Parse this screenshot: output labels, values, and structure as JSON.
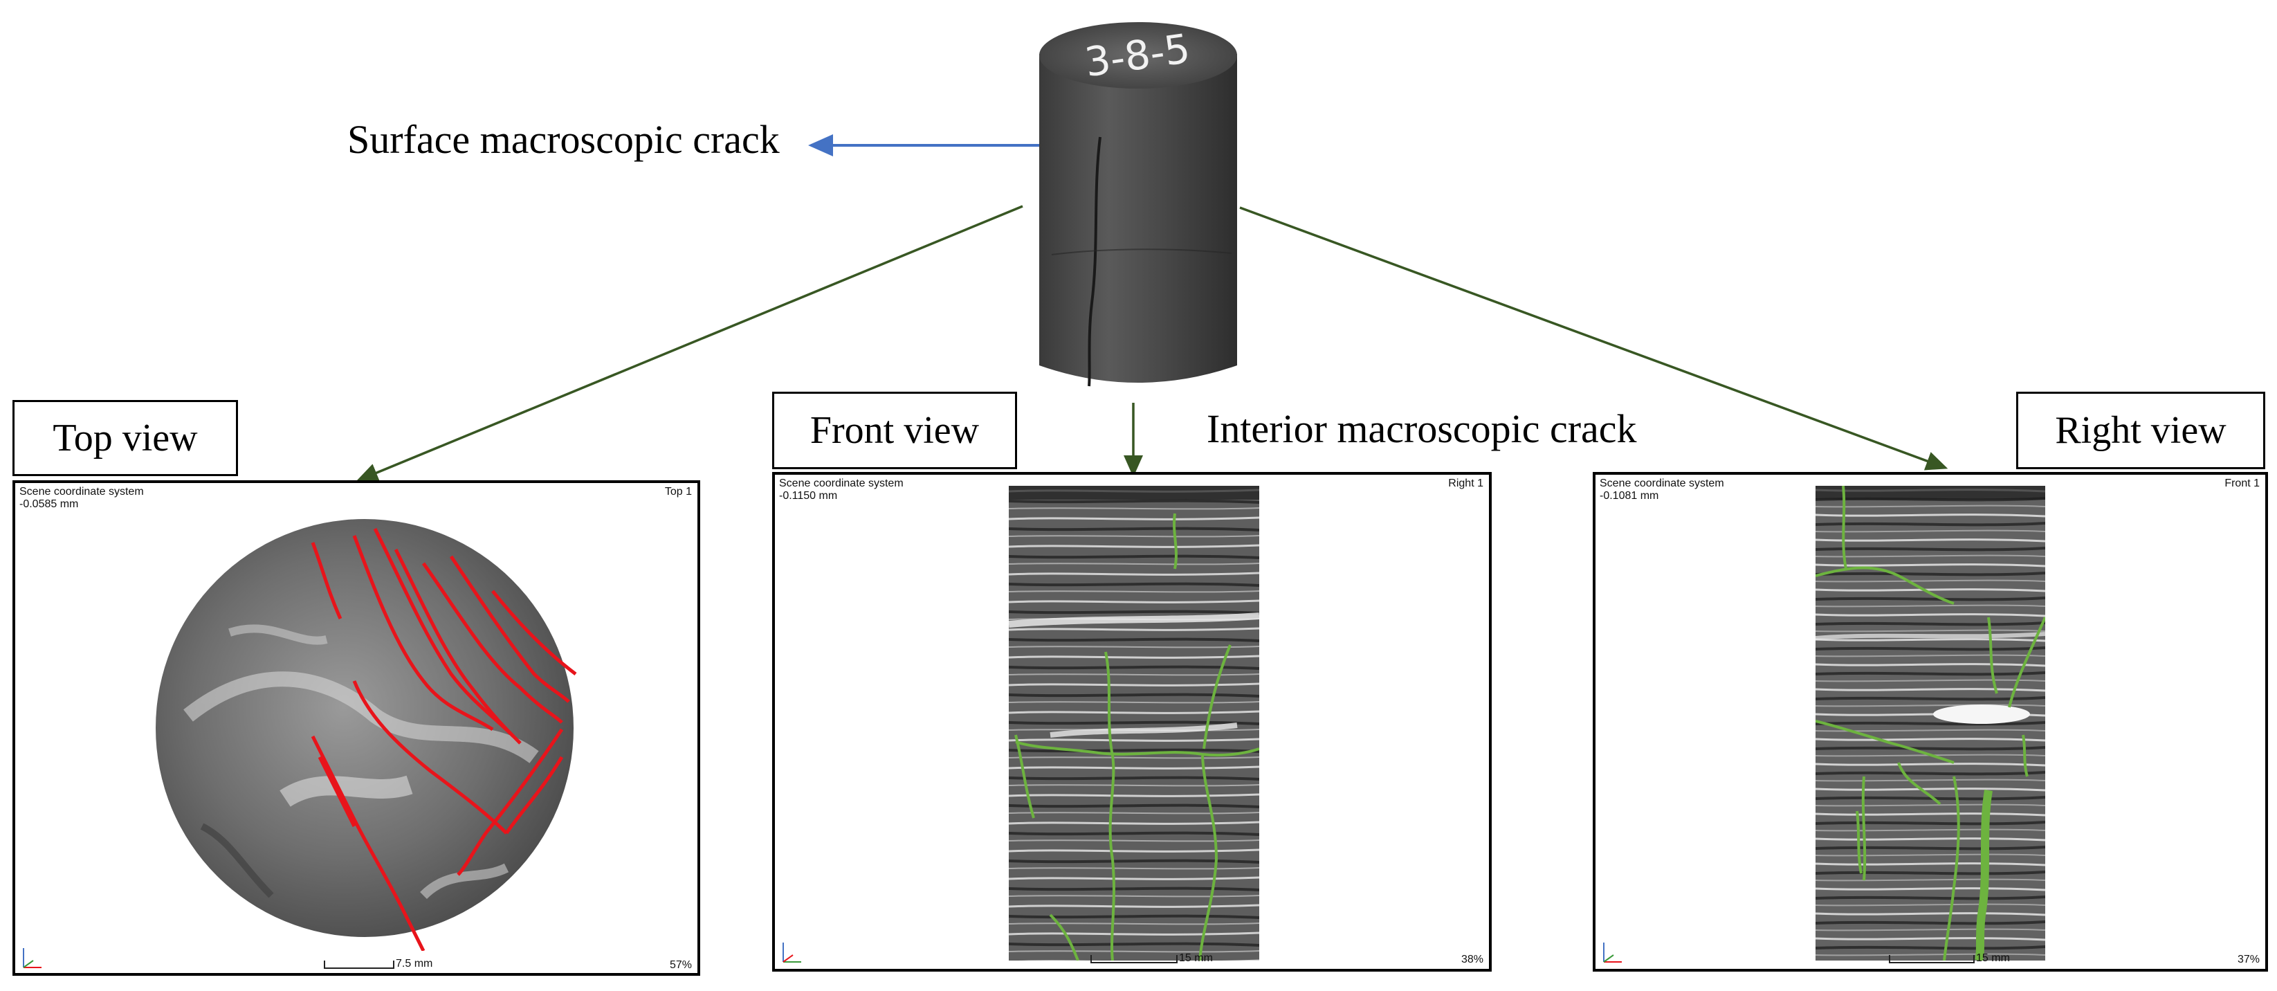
{
  "sample": {
    "id_label": "3-8-5"
  },
  "annotations": {
    "surface_crack": "Surface macroscopic crack",
    "interior_crack": "Interior macroscopic crack"
  },
  "views": {
    "top": {
      "title": "Top view",
      "coord_system": "Scene coordinate system",
      "coord_value": "-0.0585 mm",
      "corner": "Top 1",
      "scale": "7.5 mm",
      "zoom": "57%"
    },
    "front": {
      "title": "Front view",
      "coord_system": "Scene coordinate system",
      "coord_value": "-0.1150 mm",
      "corner": "Right 1",
      "scale": "15 mm",
      "zoom": "38%"
    },
    "right": {
      "title": "Right view",
      "coord_system": "Scene coordinate system",
      "coord_value": "-0.1081 mm",
      "corner": "Front 1",
      "scale": "15 mm",
      "zoom": "37%"
    }
  },
  "colors": {
    "surface_arrow": "#4472C4",
    "view_arrow": "#385723",
    "crack_top": "#E8141B",
    "crack_side": "#6DB33F"
  }
}
